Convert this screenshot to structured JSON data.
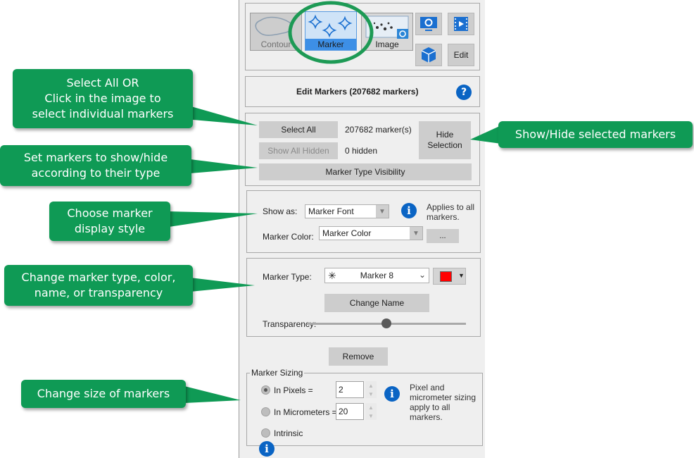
{
  "toolbar": {
    "modes": [
      {
        "label": "Contour",
        "icon": "contour-icon",
        "active": false
      },
      {
        "label": "Marker",
        "icon": "marker-sparkle-icon",
        "active": true
      },
      {
        "label": "Image",
        "icon": "image-icon",
        "active": false
      }
    ],
    "edit_label": "Edit"
  },
  "header": {
    "title": "Edit Markers (207682 markers)"
  },
  "selection": {
    "select_all_label": "Select All",
    "count_text": "207682 marker(s)",
    "show_all_hidden_label": "Show All Hidden",
    "hidden_text": "0 hidden",
    "hide_selection_label": "Hide\nSelection",
    "marker_type_visibility_label": "Marker Type Visibility"
  },
  "display": {
    "show_as_label": "Show as:",
    "show_as_value": "Marker Font",
    "applies_note": "Applies to all markers.",
    "marker_color_label": "Marker Color:",
    "marker_color_value": "Marker Color",
    "ellipsis_label": "..."
  },
  "marker": {
    "type_label": "Marker Type:",
    "type_value": "Marker 8",
    "type_glyph": "✳",
    "color": "#ff0000",
    "change_name_label": "Change Name",
    "transparency_label": "Transparency:",
    "transparency_value": 0.5
  },
  "remove_label": "Remove",
  "sizing": {
    "legend": "Marker Sizing",
    "pixels_label": "In Pixels =",
    "pixels_value": "2",
    "micrometers_label": "In Micrometers =",
    "micrometers_value": "20",
    "intrinsic_label": "Intrinsic",
    "note": "Pixel and micrometer sizing apply to all markers."
  },
  "callouts": {
    "select_all": [
      "Select All  OR",
      "Click in the image to",
      "select individual markers"
    ],
    "show_hide": [
      "Show/Hide selected markers"
    ],
    "type_visibility": [
      "Set markers to show/hide",
      "according to their type"
    ],
    "display_style": [
      "Choose marker",
      "display style"
    ],
    "marker_edit": [
      "Change marker type, color,",
      "name, or transparency"
    ],
    "size": [
      "Change size of markers"
    ]
  },
  "colors": {
    "callout": "#0f9a55",
    "accent": "#0a64c4",
    "highlight_ring": "#1d9a55"
  }
}
